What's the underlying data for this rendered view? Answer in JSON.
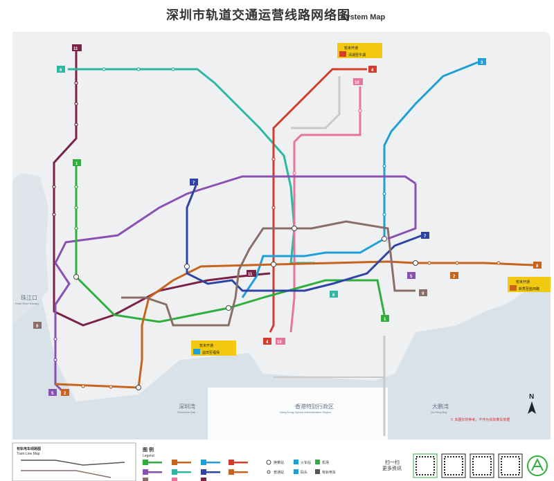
{
  "title": {
    "cn": "深圳市轨道交通运营线路网络图",
    "en": "System Map"
  },
  "areas": {
    "pearl_river": {
      "cn": "珠江口",
      "en": "Pearl River Estuary"
    },
    "shenzhen_bay": {
      "cn": "深圳湾",
      "en": "Shenzhen Bay"
    },
    "hk": {
      "cn": "香港特别行政区",
      "en": "Hong Kong Special Administrative Region"
    },
    "dapeng": {
      "cn": "大鹏湾",
      "en": "Da Peng Bay"
    }
  },
  "lines": [
    {
      "num": "1",
      "color": "#2fae3e"
    },
    {
      "num": "2",
      "color": "#c8631c"
    },
    {
      "num": "3",
      "color": "#1e9fd7"
    },
    {
      "num": "4",
      "color": "#d33b2b"
    },
    {
      "num": "5",
      "color": "#8a4fb3"
    },
    {
      "num": "6",
      "color": "#2ab8a3"
    },
    {
      "num": "7",
      "color": "#2e43a3"
    },
    {
      "num": "8",
      "color": "#c8631c"
    },
    {
      "num": "9",
      "color": "#8a6d66"
    },
    {
      "num": "10",
      "color": "#e8749a"
    },
    {
      "num": "11",
      "color": "#7a2246"
    }
  ],
  "notices": {
    "top": {
      "line1": "暂未开通",
      "line2": "清湖至牛湖"
    },
    "middle": {
      "line1": "暂未开通",
      "line2": "益田至福保"
    },
    "right": {
      "line1": "暂未开通",
      "line2": "新秀至盐田路"
    }
  },
  "legend": {
    "title": "图 例",
    "subtitle": "Legend",
    "transfer": "换乘站",
    "normal": "普通站",
    "airport": "机场",
    "station_hub": "火车站",
    "ferry": "码头",
    "tram": "有轨电车"
  },
  "tram_panel": {
    "title": "有轨电车线路图",
    "subtitle": "Tram Line Map"
  },
  "scan": {
    "line1": "扫一扫",
    "line2": "更多资讯"
  },
  "north": "N",
  "disclaimer": "※ 本图仅供参考，不作为实际乘车依据"
}
